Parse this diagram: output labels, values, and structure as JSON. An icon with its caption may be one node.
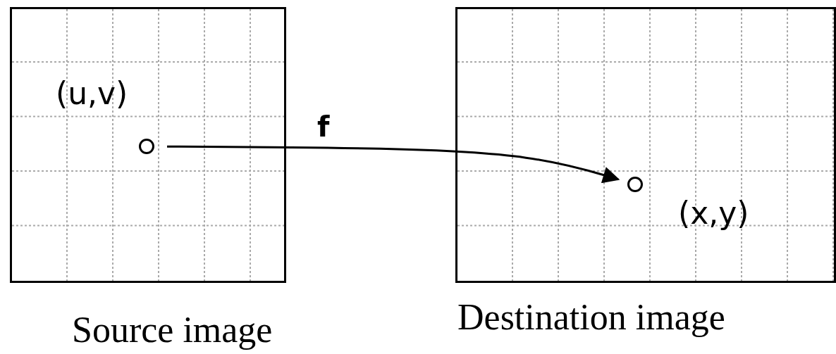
{
  "diagram": {
    "nodes": [
      {
        "text": [
          "Source image"
        ]
      },
      {
        "text": [],
        "shape": "circle",
        "in": 0,
        "beside": [
          "(u,v)"
        ]
      },
      {
        "text": [
          "Destination image"
        ]
      },
      {
        "text": [],
        "shape": "circle",
        "in": 2,
        "beside": [
          "(x,y)"
        ]
      }
    ],
    "edges": [
      {
        "from": 1,
        "to": 3,
        "arrow": "to",
        "label": "f"
      }
    ]
  }
}
